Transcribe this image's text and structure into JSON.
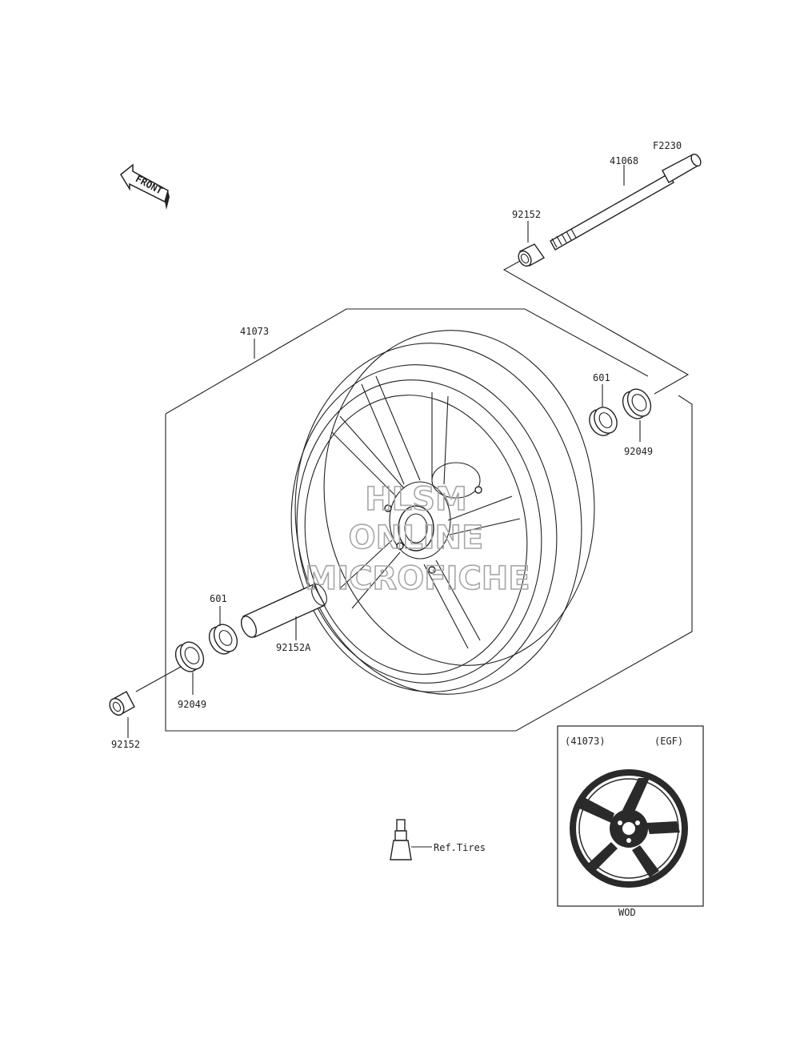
{
  "header": {
    "figure_code": "F2230",
    "front_arrow": "FRONT"
  },
  "callouts": {
    "axle": "41068",
    "collar_top": "92152",
    "wheel": "41073",
    "bearing_right": "601",
    "seal_right": "92049",
    "bearing_left": "601",
    "spacer": "92152A",
    "seal_left": "92049",
    "collar_left": "92152",
    "valve": "Ref.Tires"
  },
  "inset": {
    "part": "(41073)",
    "code": "(EGF)",
    "color": "WOD"
  },
  "watermark": [
    "HLSM",
    "ONLINE",
    "MICROFICHE"
  ],
  "icons": [
    "front-arrow-icon",
    "valve-stem-icon"
  ]
}
